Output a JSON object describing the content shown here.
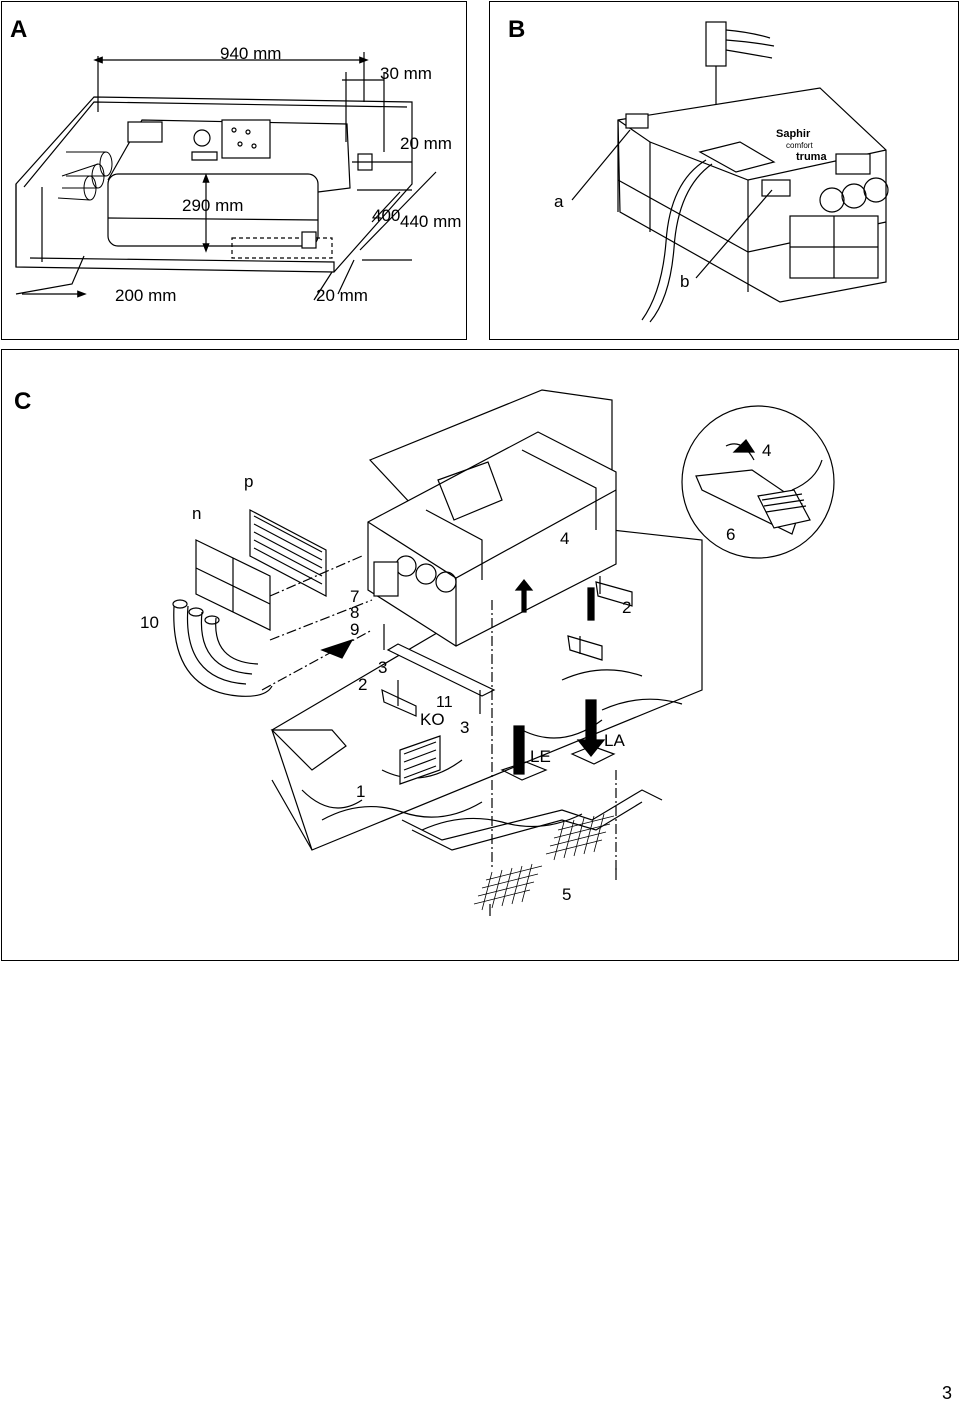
{
  "panel_a": {
    "letter": "A",
    "dimensions": {
      "overall_length": "940 mm",
      "rear_gap": "30 mm",
      "side_gap": "20 mm",
      "height": "290 mm",
      "depth_inner": "400",
      "depth_outer": "440 mm",
      "front_clearance": "200 mm",
      "bottom_gap": "20 mm"
    }
  },
  "panel_b": {
    "letter": "B",
    "labels": {
      "a": "a",
      "b": "b"
    },
    "brand": "Saphir",
    "brand_sub": "comfort",
    "maker": "truma"
  },
  "panel_c": {
    "letter": "C",
    "labels": {
      "p": "p",
      "n": "n",
      "ten": "10",
      "seven": "7",
      "eight": "8",
      "nine": "9",
      "three_a": "3",
      "two_a": "2",
      "eleven": "11",
      "ko": "KO",
      "three_b": "3",
      "one": "1",
      "le": "LE",
      "la": "LA",
      "five": "5",
      "four_a": "4",
      "two_b": "2",
      "four_b": "4",
      "six": "6"
    }
  },
  "page_number": "3"
}
